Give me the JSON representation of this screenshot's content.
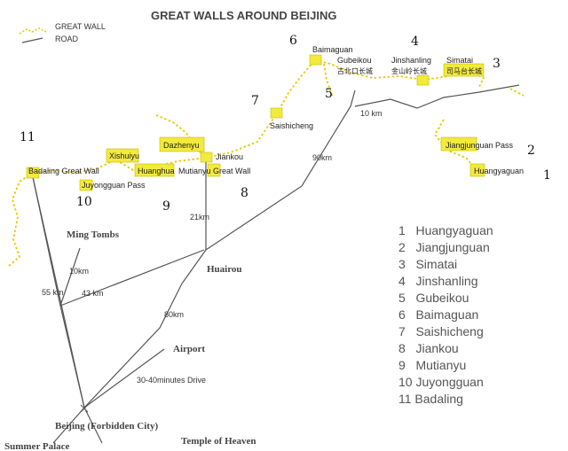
{
  "title": "GREAT WALLS AROUND BEIJING",
  "legend": {
    "wall": "GREAT WALL",
    "road": "ROAD"
  },
  "colors": {
    "wall": "#e8c800",
    "marker": "#f2ea3c",
    "road": "#555555"
  },
  "sites": [
    {
      "id": "baimaguan",
      "label": "Baimaguan"
    },
    {
      "id": "gubeikou",
      "label": "Gubeikou",
      "cn": "古北口长城"
    },
    {
      "id": "jinshanling",
      "label": "Jinshanling",
      "cn": "金山岭长城"
    },
    {
      "id": "simatai",
      "label": "Simatai",
      "cn": "司马台长城"
    },
    {
      "id": "saishicheng",
      "label": "Saishicheng"
    },
    {
      "id": "jiangjunguan",
      "label": "Jiangjunguan Pass"
    },
    {
      "id": "huangyaguan",
      "label": "Huangyaguan"
    },
    {
      "id": "dazhenyu",
      "label": "Dazhenyu"
    },
    {
      "id": "jiankou",
      "label": "Jiankou"
    },
    {
      "id": "xishuiyu",
      "label": "Xishuiyu"
    },
    {
      "id": "huanghua",
      "label": "Huanghua"
    },
    {
      "id": "mutianyu",
      "label": "Mutianyu Great Wall"
    },
    {
      "id": "badaling",
      "label": "Badaling Great Wall"
    },
    {
      "id": "juyongguan",
      "label": "Juyongguan Pass"
    }
  ],
  "numbers": [
    "1",
    "2",
    "3",
    "4",
    "5",
    "6",
    "7",
    "8",
    "9",
    "10",
    "11"
  ],
  "distances": {
    "d10km_gubei": "10 km",
    "d90km": "90km",
    "d21km": "21km",
    "d10km_ming": "10km",
    "d55km": "55 km",
    "d43km": "43 km",
    "d80km": "80km",
    "drive": "30-40minutes Drive"
  },
  "places": {
    "ming_tombs": "Ming Tombs",
    "huairou": "Huairou",
    "airport": "Airport",
    "beijing": "Beijing (Forbidden City)",
    "summer_palace": "Summer Palace",
    "temple_heaven": "Temple of Heaven"
  },
  "key": [
    "1   Huangyaguan",
    "2   Jiangjunguan",
    "3   Simatai",
    "4   Jinshanling",
    "5   Gubeikou",
    "6   Baimaguan",
    "7   Saishicheng",
    "8   Jiankou",
    "9   Mutianyu",
    "10 Juyongguan",
    "11 Badaling"
  ]
}
